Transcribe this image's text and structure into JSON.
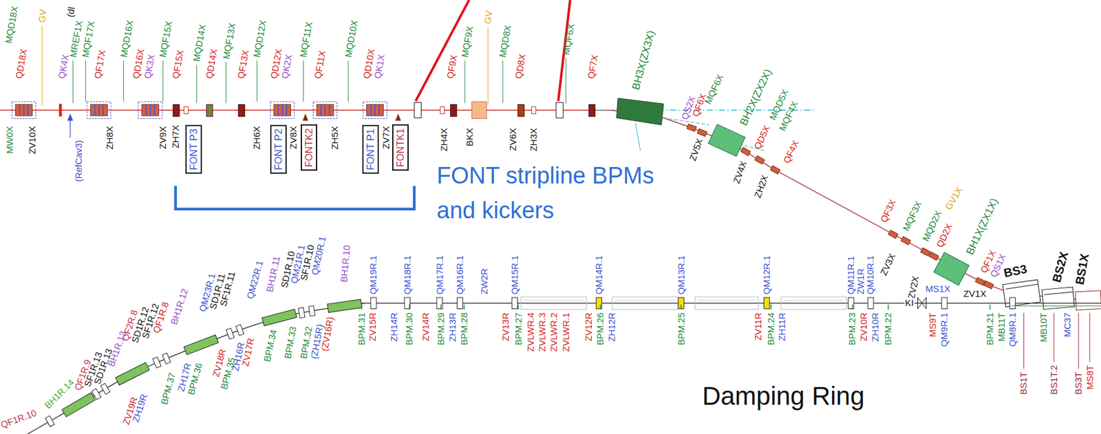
{
  "diagram": {
    "nodes": [
      {
        "text": [
          "FONT P3"
        ]
      },
      {
        "text": [
          "FONT P2"
        ]
      },
      {
        "text": [
          "FONTK2"
        ]
      },
      {
        "text": [
          "FONT P1"
        ]
      },
      {
        "text": [
          "FONTK1"
        ]
      }
    ],
    "labels": [
      "MQD18X",
      "QD18X",
      "GV",
      "(dl",
      "QK4X",
      "MREF1X",
      "MQF17X",
      "QF17X",
      "MQD16X",
      "QD16X",
      "QK3X",
      "MQF15X",
      "QF15X",
      "MQD14X",
      "QD14X",
      "MQF13X",
      "QF13X",
      "MQD12X",
      "QD12X",
      "QK2X",
      "MQF11X",
      "QF11X",
      "MQD10X",
      "QD10X",
      "QK1X",
      "QF9X",
      "MQF9X",
      "GV",
      "MQD8X",
      "QD8X",
      "MQF6X",
      "QF7X",
      "BH3X(ZX3X)",
      "QS2X",
      "QF6X",
      "MQF6X",
      "BH2X(ZX2X)",
      "MQD5X",
      "QD5X",
      "MQF4X",
      "QF4X",
      "MQF3X",
      "QF3X",
      "MQD2X",
      "QD2X",
      "GV1X",
      "BH1X(ZX1X)",
      "MS1X",
      "QF1X",
      "QS1X",
      "BS3",
      "BS2X",
      "BS1X",
      "MW0X",
      "ZV10X",
      "(RefCav3)",
      "ZH8X",
      "ZV9X",
      "ZH7X",
      "ZH6X",
      "ZV8X",
      "ZH5X",
      "ZV7X",
      "ZH4X",
      "BKX",
      "ZV6X",
      "ZH3X",
      "ZV5X",
      "ZV4X",
      "ZH2X",
      "ZV3X",
      "ZV2X",
      "ZV1X",
      "FONT stripline BPMs and kickers",
      "Damping Ring",
      "BH1R.10",
      "QM20R.1",
      "QM21R.1",
      "SF1R.10",
      "SD1R.10",
      "BH1R.11",
      "QM22R.1",
      "QM23R.1",
      "SF1R.11",
      "SD1R.11",
      "BH1R.12",
      "QF2R.8",
      "QF1R.8",
      "SF1R.12",
      "SD1R.12",
      "BH1R.13",
      "QF1R.9",
      "SF1R.13",
      "SD1R.13",
      "BH1R.14",
      "QF1R.10",
      "ZV19R",
      "ZH19R",
      "BPM.37",
      "ZH17R",
      "BPM.36",
      "ZV18R",
      "ZV17R",
      "ZH16R",
      "BPM.35",
      "BPM.34",
      "BPM.33",
      "BPM.32",
      "(ZH15R)",
      "(ZV16R)",
      "BPM.31",
      "ZV15R",
      "ZH14R",
      "BPM.30",
      "ZV14R",
      "BPM.29",
      "ZH13R",
      "BPM.28",
      "ZV13R",
      "BPM.27",
      "ZVLWR.4",
      "ZVLWR.3",
      "ZVLWR.2",
      "ZVLWR.1",
      "ZV12R",
      "BPM.26",
      "ZH12R",
      "BPM.25",
      "ZV11R",
      "BPM.24",
      "ZH11R",
      "BPM.23",
      "ZV10R",
      "ZH10R",
      "BPM.22",
      "KI",
      "MS9T",
      "QM9R.1",
      "BPM.21",
      "MB11T",
      "QM8R.1",
      "MB10T",
      "MC37",
      "BS1T",
      "BS1T.2",
      "BS3T",
      "MS8T",
      "QM19R.1",
      "QM18R.1",
      "QM17R.1",
      "QM16R.1",
      "ZW2R",
      "QM15R.1",
      "QM14R.1",
      "QM13R.1",
      "QM12R.1",
      "QM11R.1",
      "ZW1R",
      "QM10R.1"
    ]
  }
}
